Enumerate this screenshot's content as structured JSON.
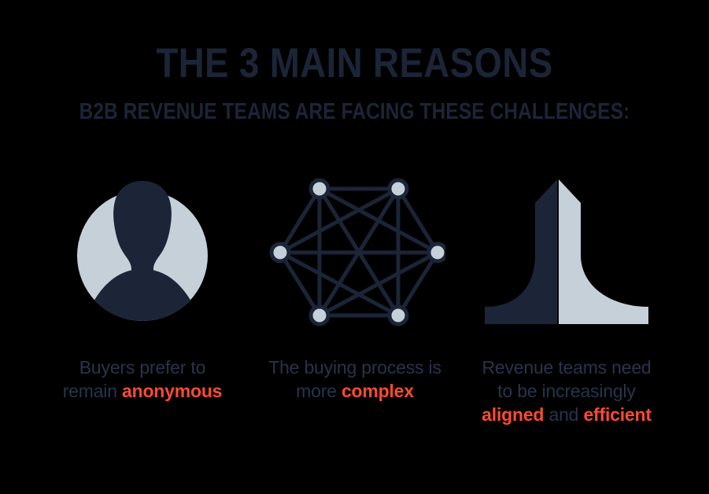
{
  "page": {
    "background_color": "#000000",
    "navy": "#1b2537",
    "light_blue_grey": "#c5d0d8",
    "accent_red": "#fa4b32",
    "body_text_color": "#28344a"
  },
  "header": {
    "title": "THE 3 MAIN REASONS",
    "subtitle": "B2B REVENUE TEAMS ARE FACING THESE CHALLENGES:"
  },
  "columns": [
    {
      "icon_name": "anonymous-person-icon",
      "caption_line1": "Buyers prefer to",
      "caption_line2_plain": "remain ",
      "caption_line2_highlight": "anonymous"
    },
    {
      "icon_name": "network-graph-icon",
      "caption_line1": "The buying process is",
      "caption_line2_plain": "more ",
      "caption_line2_highlight": "complex"
    },
    {
      "icon_name": "converging-arrows-icon",
      "caption_line1": "Revenue teams need",
      "caption_line2": "to be increasingly",
      "caption_line3_highlight_a": "aligned",
      "caption_line3_plain": " and ",
      "caption_line3_highlight_b": "efficient"
    }
  ]
}
